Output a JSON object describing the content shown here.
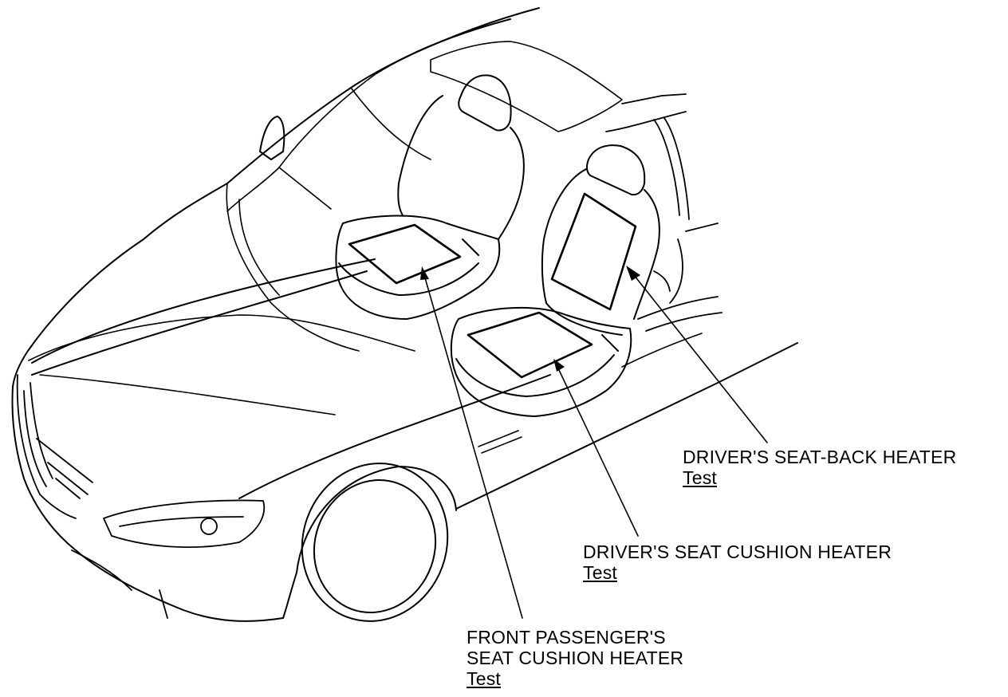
{
  "callouts": {
    "drivers_seat_back": {
      "label": "DRIVER'S SEAT-BACK HEATER",
      "link": "Test"
    },
    "drivers_seat_cushion": {
      "label": "DRIVER'S SEAT CUSHION HEATER",
      "link": "Test"
    },
    "front_passenger_cushion": {
      "label_line1": "FRONT PASSENGER'S",
      "label_line2": "SEAT CUSHION HEATER",
      "link": "Test"
    }
  }
}
